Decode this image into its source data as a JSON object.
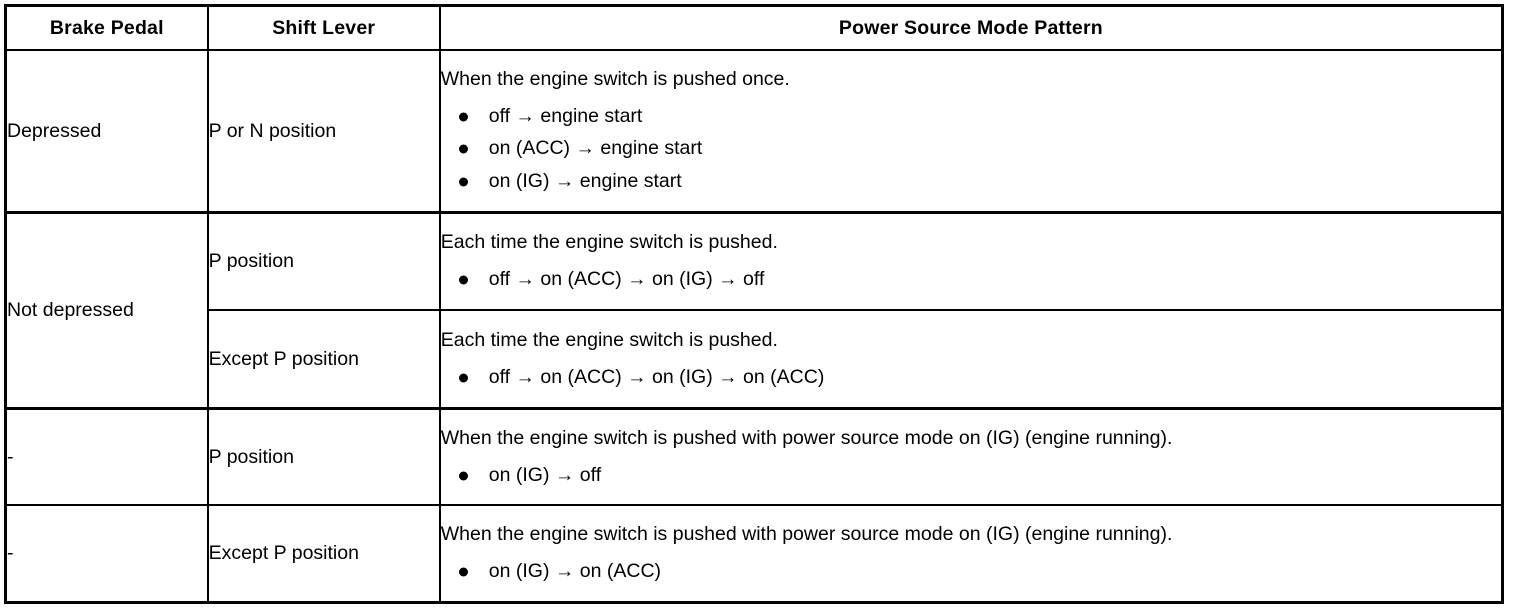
{
  "table": {
    "headers": {
      "brake_pedal": "Brake Pedal",
      "shift_lever": "Shift Lever",
      "power_source_mode_pattern": "Power Source Mode Pattern"
    },
    "rows": [
      {
        "brake_pedal": "Depressed",
        "shift_lever": "P or N position",
        "lead": "When the engine switch is pushed once.",
        "items": [
          "off → engine start",
          "on (ACC) → engine start",
          "on (IG) → engine start"
        ]
      },
      {
        "brake_pedal": "Not depressed",
        "shift_lever": "P position",
        "lead": "Each time the engine switch is pushed.",
        "items": [
          "off → on (ACC) → on (IG) → off"
        ]
      },
      {
        "brake_pedal": "",
        "shift_lever": "Except P position",
        "lead": "Each time the engine switch is pushed.",
        "items": [
          "off → on (ACC) → on (IG) → on (ACC)"
        ]
      },
      {
        "brake_pedal": "-",
        "shift_lever": "P position",
        "lead": "When the engine switch is pushed with power source mode on (IG) (engine running).",
        "items": [
          "on (IG) → off"
        ]
      },
      {
        "brake_pedal": "-",
        "shift_lever": "Except P position",
        "lead": "When the engine switch is pushed with power source mode on (IG) (engine running).",
        "items": [
          "on (IG) → on (ACC)"
        ]
      }
    ]
  },
  "colors": {
    "border": "#000000",
    "text": "#000000",
    "background": "#ffffff"
  }
}
